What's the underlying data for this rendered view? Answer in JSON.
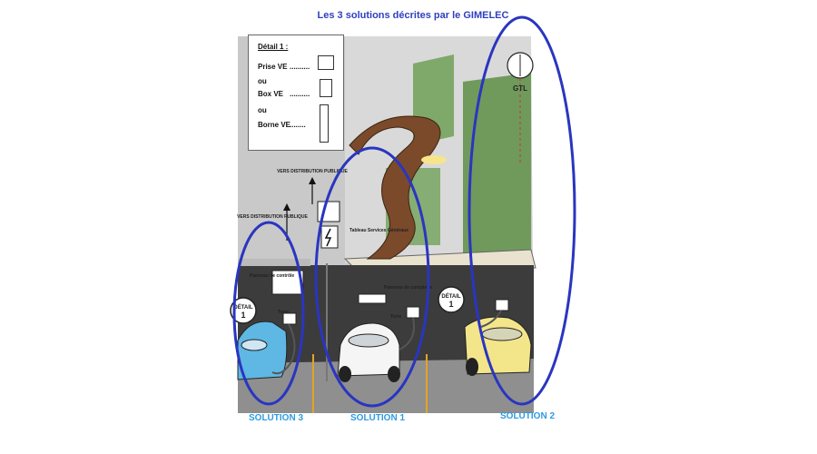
{
  "title": "Les 3 solutions décrites par le GIMELEC",
  "detail_panel": {
    "heading": "Détail 1 :",
    "items": [
      {
        "label": "Prise VE",
        "dots": ".........."
      },
      {
        "label": "ou",
        "dots": ""
      },
      {
        "label": "Box VE",
        "dots": ".........."
      },
      {
        "label": "ou",
        "dots": ""
      },
      {
        "label": "Borne VE",
        "dots": "........"
      }
    ]
  },
  "labels": {
    "gtl": "GTL",
    "vers_distribution_1": "VERS DISTRIBUTION PUBLIQUE",
    "vers_distribution_2": "VERS DISTRIBUTION PUBLIQUE",
    "tableau": "Tableau Services Généraux",
    "panneau_left": "Panneau de contrôle",
    "panneau_mid": "Panneau de comptage",
    "terre_left": "Terre",
    "terre_mid": "Terre",
    "detail_left": "DÉTAIL",
    "detail_left_num": "1",
    "detail_right": "DÉTAIL",
    "detail_right_num": "1"
  },
  "solutions": [
    "SOLUTION 3",
    "SOLUTION 1",
    "SOLUTION 2"
  ],
  "colors": {
    "ellipse": "#2a35c0",
    "title": "#2f3fbf",
    "solution_text": "#2d9be0",
    "wall_green": "#6f9a5c",
    "garage_dark": "#3c3c3c",
    "stair_brown": "#7a4a2a",
    "car_blue": "#5fb7e3",
    "car_yellow": "#f3e58a",
    "parking_line": "#e5a323"
  }
}
